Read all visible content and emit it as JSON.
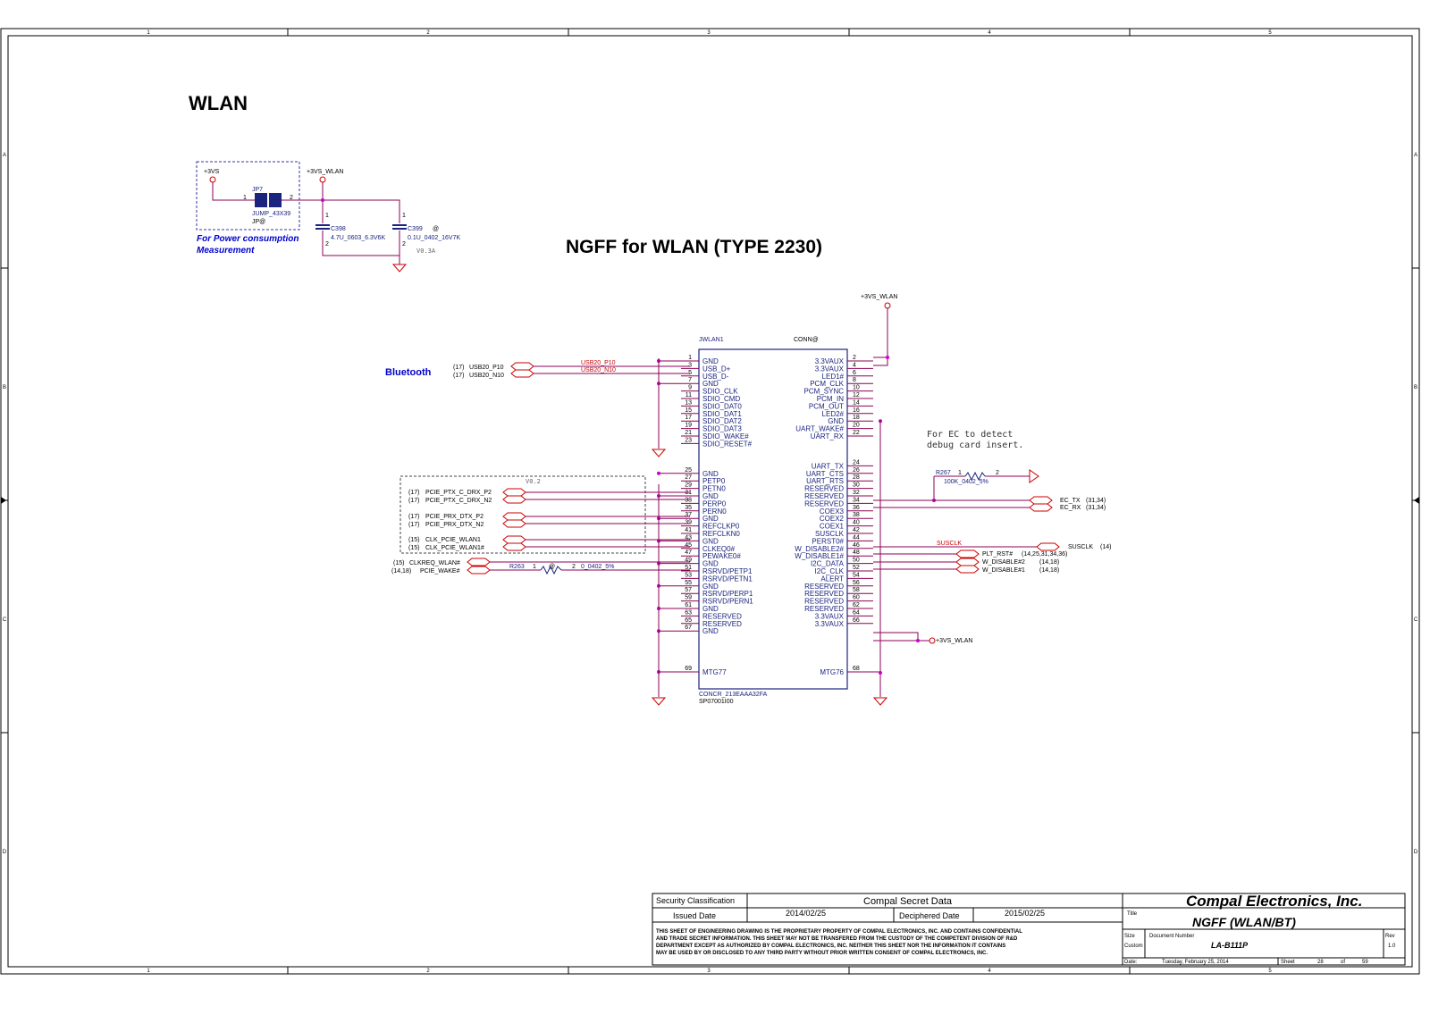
{
  "zones": {
    "cols": [
      "1",
      "2",
      "3",
      "4",
      "5"
    ],
    "rows": [
      "A",
      "B",
      "C",
      "D"
    ]
  },
  "headings": {
    "wlan": "WLAN",
    "ngff": "NGFF for WLAN (TYPE 2230)",
    "bluetooth": "Bluetooth"
  },
  "power_block": {
    "vs_label": "+3VS",
    "vs_wlan_label": "+3VS_WLAN",
    "jumper_ref": "JP7",
    "jumper_pin1": "1",
    "jumper_pin2": "2",
    "jumper_part": "JUMP_43X39",
    "jumper_opt": "JP@",
    "c398_ref": "C398",
    "c398_val": "4.7U_0603_6.3V6K",
    "c399_ref": "C399",
    "c399_opt": "@",
    "c399_val": "0.1U_0402_16V7K",
    "cap_pin1": "1",
    "cap_pin2": "2",
    "version": "V0.3A",
    "note_line1": "For Power consumption",
    "note_line2": "Measurement"
  },
  "connector": {
    "ref": "JWLAN1",
    "option": "CONN@",
    "supply_label": "+3VS_WLAN",
    "part1": "CONCR_213EAAA32FA",
    "part2": "SP07001I00",
    "left_pins": [
      {
        "num": "1",
        "name": "GND"
      },
      {
        "num": "3",
        "name": "USB_D+"
      },
      {
        "num": "5",
        "name": "USB_D-"
      },
      {
        "num": "7",
        "name": "GND"
      },
      {
        "num": "9",
        "name": "SDIO_CLK"
      },
      {
        "num": "11",
        "name": "SDIO_CMD"
      },
      {
        "num": "13",
        "name": "SDIO_DAT0"
      },
      {
        "num": "15",
        "name": "SDIO_DAT1"
      },
      {
        "num": "17",
        "name": "SDIO_DAT2"
      },
      {
        "num": "19",
        "name": "SDIO_DAT3"
      },
      {
        "num": "21",
        "name": "SDIO_WAKE#"
      },
      {
        "num": "23",
        "name": "SDIO_RESET#"
      },
      {
        "num": "25",
        "name": "GND"
      },
      {
        "num": "27",
        "name": "PETP0"
      },
      {
        "num": "29",
        "name": "PETN0"
      },
      {
        "num": "31",
        "name": "GND"
      },
      {
        "num": "33",
        "name": "PERP0"
      },
      {
        "num": "35",
        "name": "PERN0"
      },
      {
        "num": "37",
        "name": "GND"
      },
      {
        "num": "39",
        "name": "REFCLKP0"
      },
      {
        "num": "41",
        "name": "REFCLKN0"
      },
      {
        "num": "43",
        "name": "GND"
      },
      {
        "num": "45",
        "name": "CLKEQ0#"
      },
      {
        "num": "47",
        "name": "PEWAKE0#"
      },
      {
        "num": "49",
        "name": "GND"
      },
      {
        "num": "51",
        "name": "RSRVD/PETP1"
      },
      {
        "num": "53",
        "name": "RSRVD/PETN1"
      },
      {
        "num": "55",
        "name": "GND"
      },
      {
        "num": "57",
        "name": "RSRVD/PERP1"
      },
      {
        "num": "59",
        "name": "RSRVD/PERN1"
      },
      {
        "num": "61",
        "name": "GND"
      },
      {
        "num": "63",
        "name": "RESERVED"
      },
      {
        "num": "65",
        "name": "RESERVED"
      },
      {
        "num": "67",
        "name": "GND"
      }
    ],
    "left_mtg": {
      "num": "69",
      "name": "MTG77"
    },
    "right_pins": [
      {
        "num": "2",
        "name": "3.3VAUX"
      },
      {
        "num": "4",
        "name": "3.3VAUX"
      },
      {
        "num": "6",
        "name": "LED1#"
      },
      {
        "num": "8",
        "name": "PCM_CLK"
      },
      {
        "num": "10",
        "name": "PCM_SYNC"
      },
      {
        "num": "12",
        "name": "PCM_IN"
      },
      {
        "num": "14",
        "name": "PCM_OUT"
      },
      {
        "num": "16",
        "name": "LED2#"
      },
      {
        "num": "18",
        "name": "GND"
      },
      {
        "num": "20",
        "name": "UART_WAKE#"
      },
      {
        "num": "22",
        "name": "UART_RX"
      },
      {
        "num": "24",
        "name": "UART_TX"
      },
      {
        "num": "26",
        "name": "UART_CTS"
      },
      {
        "num": "28",
        "name": "UART_RTS"
      },
      {
        "num": "30",
        "name": "RESERVED"
      },
      {
        "num": "32",
        "name": "RESERVED"
      },
      {
        "num": "34",
        "name": "RESERVED"
      },
      {
        "num": "36",
        "name": "COEX3"
      },
      {
        "num": "38",
        "name": "COEX2"
      },
      {
        "num": "40",
        "name": "COEX1"
      },
      {
        "num": "42",
        "name": "SUSCLK"
      },
      {
        "num": "44",
        "name": "PERST0#"
      },
      {
        "num": "46",
        "name": "W_DISABLE2#"
      },
      {
        "num": "48",
        "name": "W_DISABLE1#"
      },
      {
        "num": "50",
        "name": "I2C_DATA"
      },
      {
        "num": "52",
        "name": "I2C_CLK"
      },
      {
        "num": "54",
        "name": "ALERT"
      },
      {
        "num": "56",
        "name": "RESERVED"
      },
      {
        "num": "58",
        "name": "RESERVED"
      },
      {
        "num": "60",
        "name": "RESERVED"
      },
      {
        "num": "62",
        "name": "RESERVED"
      },
      {
        "num": "64",
        "name": "3.3VAUX"
      },
      {
        "num": "66",
        "name": "3.3VAUX"
      }
    ],
    "right_mtg": {
      "num": "68",
      "name": "MTG76"
    }
  },
  "left_nets": {
    "usb_p": {
      "ref": "(17)",
      "name": "USB20_P10",
      "wire": "USB20_P10"
    },
    "usb_n": {
      "ref": "(17)",
      "name": "USB20_N10",
      "wire": "USB20_N10"
    },
    "ptx_p": {
      "ref": "(17)",
      "name": "PCIE_PTX_C_DRX_P2"
    },
    "ptx_n": {
      "ref": "(17)",
      "name": "PCIE_PTX_C_DRX_N2"
    },
    "prx_p": {
      "ref": "(17)",
      "name": "PCIE_PRX_DTX_P2"
    },
    "prx_n": {
      "ref": "(17)",
      "name": "PCIE_PRX_DTX_N2"
    },
    "clk_p": {
      "ref": "(15)",
      "name": "CLK_PCIE_WLAN1"
    },
    "clk_n": {
      "ref": "(15)",
      "name": "CLK_PCIE_WLAN1#"
    },
    "clkreq": {
      "ref": "(15)",
      "name": "CLKREQ_WLAN#"
    },
    "wake": {
      "ref": "(14,18)",
      "name": "PCIE_WAKE#"
    },
    "pcie_version": "V0.2",
    "r263_ref": "R263",
    "r263_pin1": "1",
    "r263_opt": "@",
    "r263_pin2": "2",
    "r263_val": "0_0402_5%"
  },
  "right_nets": {
    "ec_note1": "For EC to detect",
    "ec_note2": "debug card insert.",
    "r267_ref": "R267",
    "r267_pin1": "1",
    "r267_pin2": "2",
    "r267_val": "100K_0402_5%",
    "ec_tx": {
      "name": "EC_TX",
      "ref": "(31,34)"
    },
    "ec_rx": {
      "name": "EC_RX",
      "ref": "(31,34)"
    },
    "susclk_wire": "SUSCLK",
    "susclk": {
      "name": "SUSCLK",
      "ref": "(14)"
    },
    "plt_rst": {
      "name": "PLT_RST#",
      "ref": "(14,25,31,34,36)"
    },
    "wdis2": {
      "name": "W_DISABLE#2",
      "ref": "(14,18)"
    },
    "wdis1": {
      "name": "W_DISABLE#1",
      "ref": "(14,18)"
    },
    "aux_label": "+3VS_WLAN"
  },
  "title_block": {
    "security_label": "Security Classification",
    "security_value": "Compal Secret Data",
    "issued_label": "Issued Date",
    "issued_value": "2014/02/25",
    "deciphered_label": "Deciphered Date",
    "deciphered_value": "2015/02/25",
    "company": "Compal Electronics, Inc.",
    "title_label": "Title",
    "title_value": "NGFF (WLAN/BT)",
    "size_label": "Size",
    "size_value": "Custom",
    "docnum_label": "Document Number",
    "docnum_value": "LA-B111P",
    "rev_label": "Rev",
    "rev_value": "1.0",
    "date_label": "Date:",
    "date_value": "Tuesday, February 25, 2014",
    "sheet_label": "Sheet",
    "sheet_value": "28",
    "of_label": "of",
    "of_value": "59",
    "disclaimer": [
      "THIS SHEET OF ENGINEERING DRAWING IS THE PROPRIETARY PROPERTY OF COMPAL ELECTRONICS, INC. AND CONTAINS CONFIDENTIAL",
      "AND TRADE SECRET INFORMATION. THIS SHEET MAY NOT BE TRANSFERED FROM THE CUSTODY OF THE COMPETENT DIVISION OF R&D",
      "DEPARTMENT EXCEPT AS AUTHORIZED BY COMPAL ELECTRONICS, INC. NEITHER THIS SHEET NOR THE INFORMATION IT CONTAINS",
      "MAY BE USED BY OR DISCLOSED TO ANY THIRD PARTY WITHOUT PRIOR WRITTEN CONSENT OF COMPAL ELECTRONICS, INC."
    ]
  },
  "colors": {
    "wire": "#8b0057",
    "net": "#cc0000",
    "part": "#000080",
    "pin": "#1a237e",
    "note": "#0000cc",
    "frame": "#000000"
  }
}
